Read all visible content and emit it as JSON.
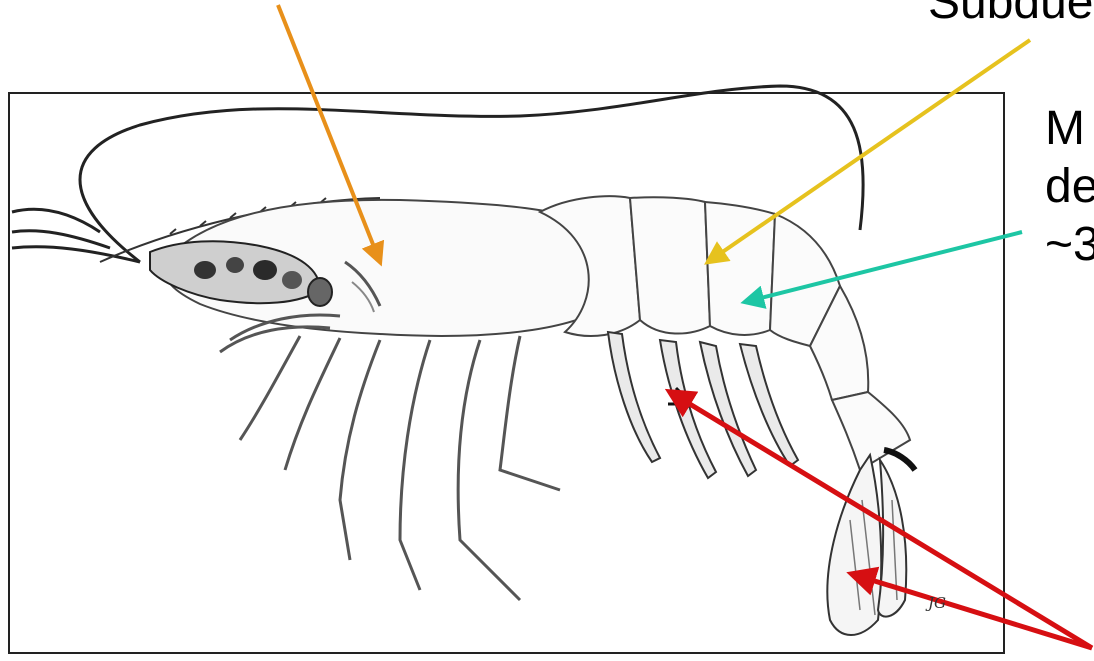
{
  "labels": {
    "top_right": "Subdue",
    "right_lines": [
      "M",
      "de",
      "~3"
    ]
  },
  "artist_initials": "JG",
  "arrows": [
    {
      "name": "orange-arrow",
      "color": "#E8901A"
    },
    {
      "name": "yellow-arrow",
      "color": "#E6C21E"
    },
    {
      "name": "teal-arrow",
      "color": "#1DC6A4"
    },
    {
      "name": "red-arrow-upper",
      "color": "#D60F12"
    },
    {
      "name": "red-arrow-lower",
      "color": "#D60F12"
    }
  ]
}
